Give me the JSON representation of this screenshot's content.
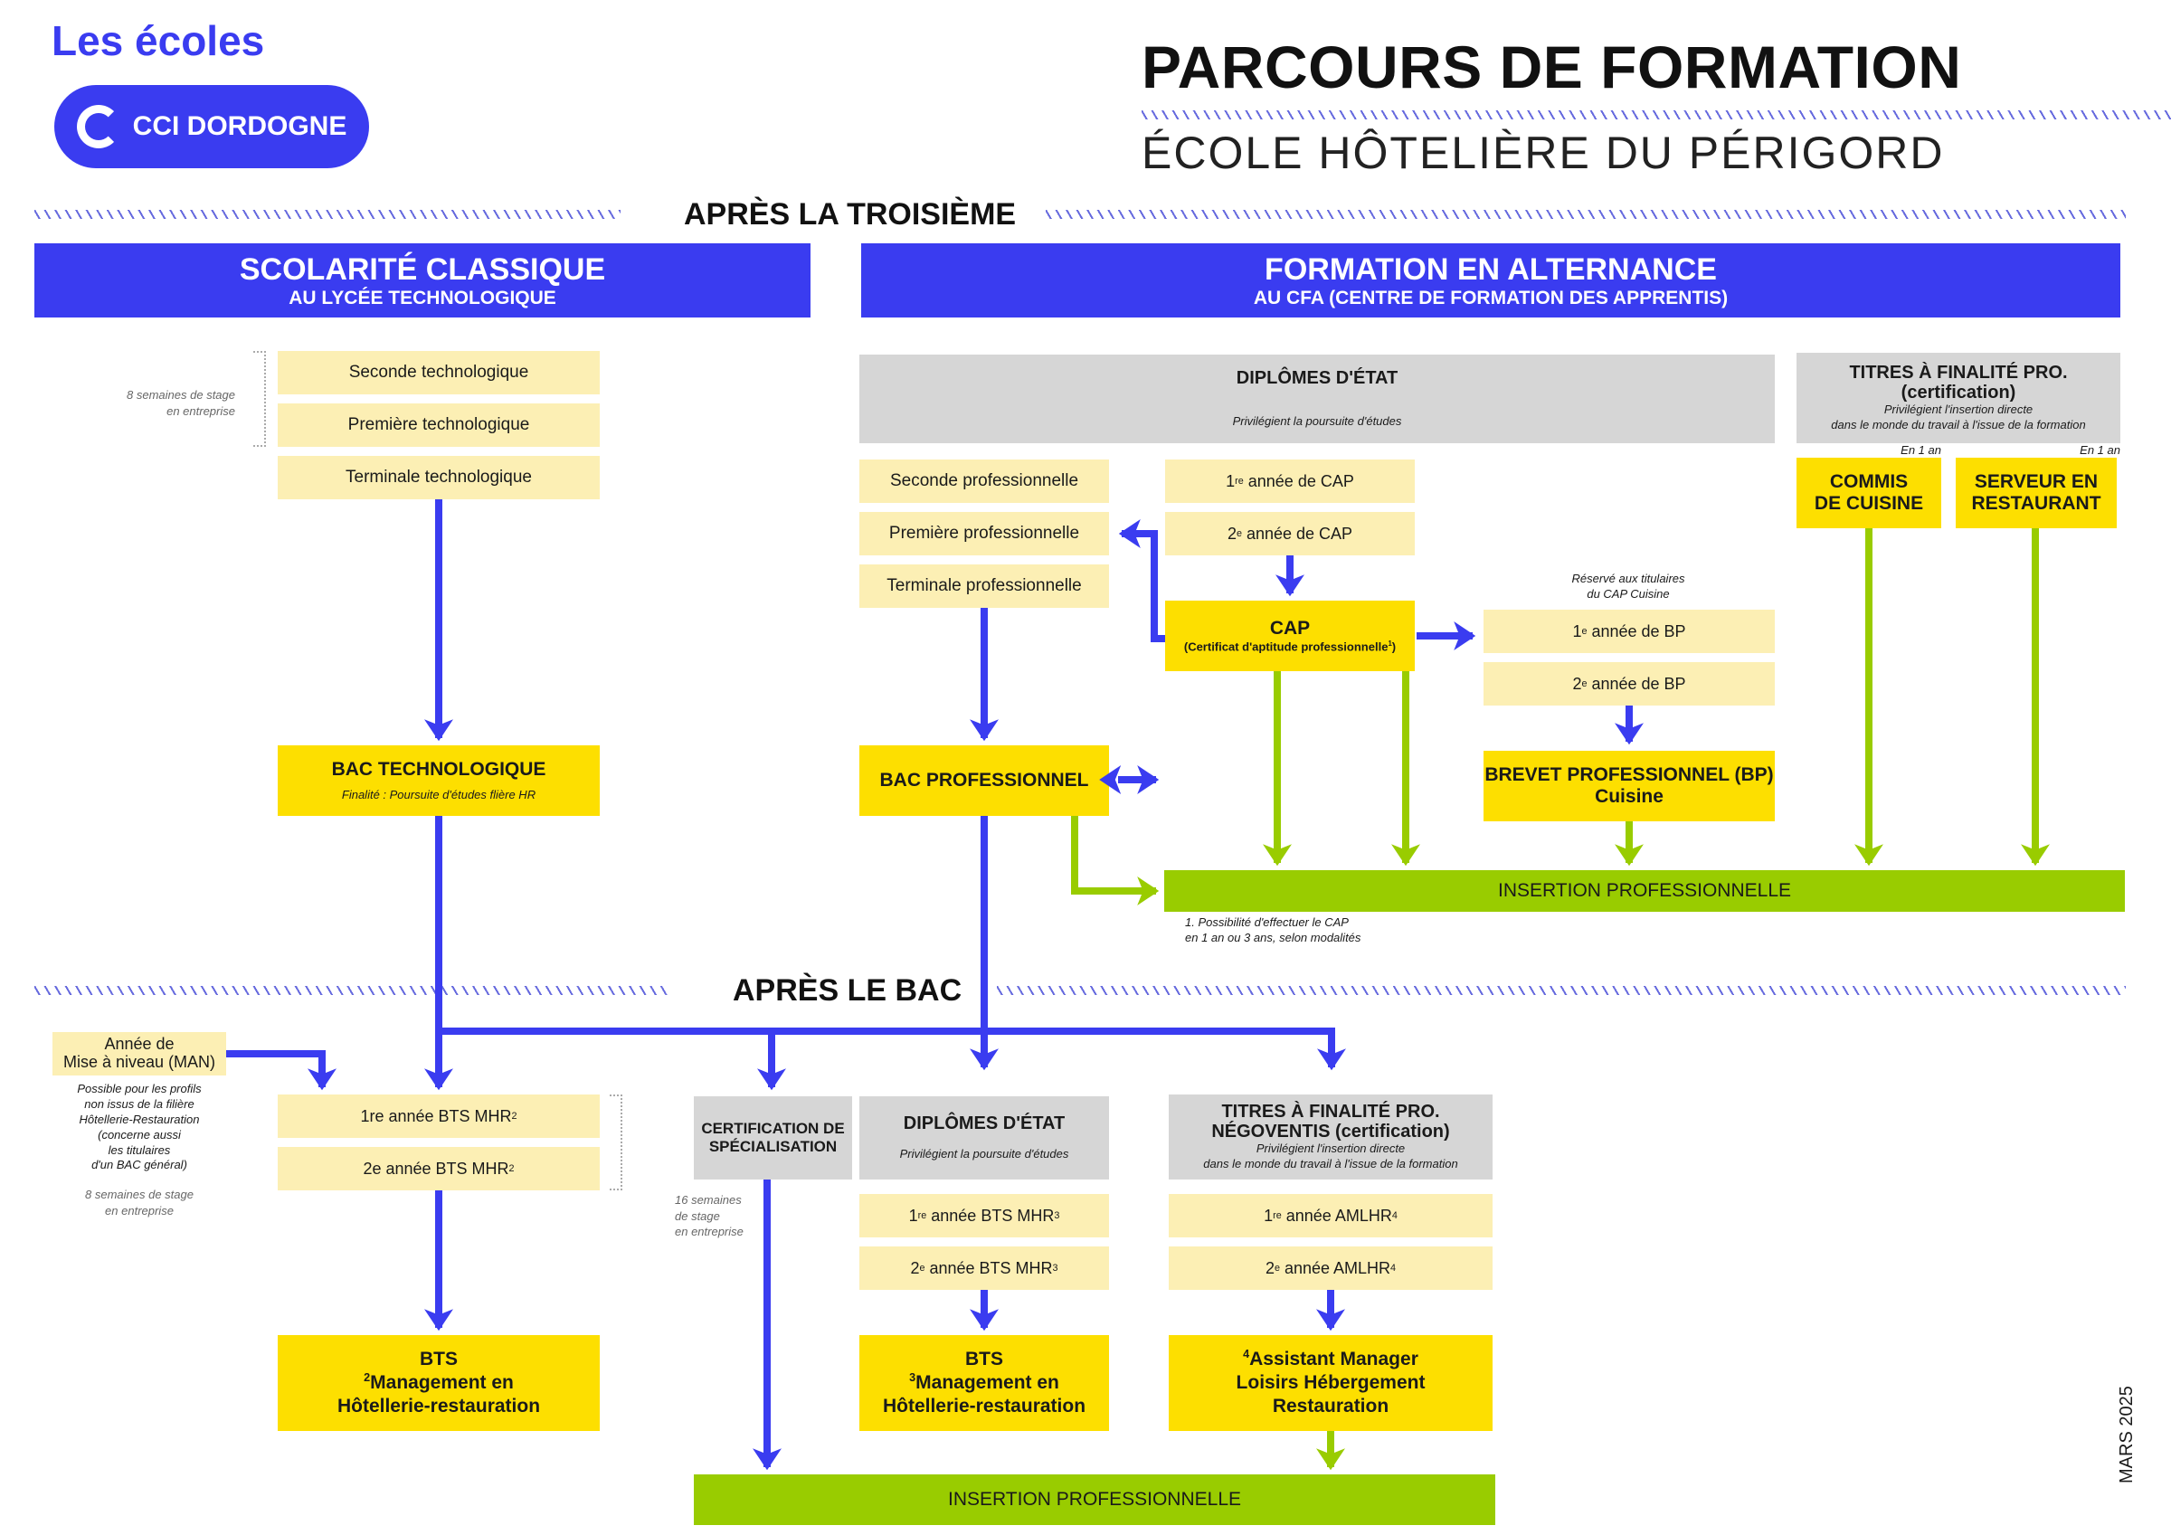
{
  "header": {
    "brand": "Les écoles",
    "logo_text": "CCI DORDOGNE",
    "title": "PARCOURS DE FORMATION",
    "subtitle": "ÉCOLE HÔTELIÈRE DU PÉRIGORD"
  },
  "sections": {
    "after_third": "APRÈS LA TROISIÈME",
    "after_bac": "APRÈS LE BAC"
  },
  "bands": {
    "classic": {
      "title": "SCOLARITÉ CLASSIQUE",
      "sub": "AU LYCÉE TECHNOLOGIQUE"
    },
    "alternance": {
      "title": "FORMATION EN ALTERNANCE",
      "sub": "AU CFA (CENTRE DE FORMATION DES APPRENTIS)"
    }
  },
  "colors": {
    "brand_blue": "#3a3cf0",
    "yellow": "#fddf00",
    "pale_yellow": "#fcefb4",
    "grey": "#d6d6d6",
    "green": "#99cc00"
  },
  "classic": {
    "internship_note": [
      "8 semaines de stage",
      "en entreprise"
    ],
    "years": [
      "Seconde technologique",
      "Première technologique",
      "Terminale technologique"
    ],
    "bac": {
      "title": "BAC TECHNOLOGIQUE",
      "sub": "Finalité : Poursuite d'études flière HR"
    }
  },
  "alternance": {
    "state_diplomas": {
      "title": "DIPLÔMES D'ÉTAT",
      "sub": "Privilégient la poursuite d'études"
    },
    "pro_titles": {
      "title": "TITRES À FINALITÉ PRO.",
      "title2": "(certification)",
      "sub1": "Privilégient l'insertion directe",
      "sub2": "dans le monde du travail à l'issue de la formation"
    },
    "pro_years": [
      "Seconde professionnelle",
      "Première professionnelle",
      "Terminale professionnelle"
    ],
    "cap_years": [
      {
        "n": "1",
        "sup": "re",
        "rest": " année de CAP"
      },
      {
        "n": "2",
        "sup": "e",
        "rest": " année de CAP"
      }
    ],
    "cap": {
      "title": "CAP",
      "sub": "(Certificat d'aptitude professionnelle",
      "sup": "1",
      "close": ")"
    },
    "bp_note": [
      "Réservé aux titulaires",
      "du CAP Cuisine"
    ],
    "bp_years": [
      {
        "n": "1",
        "sup": "e",
        "rest": " année de BP"
      },
      {
        "n": "2",
        "sup": "e",
        "rest": " année de BP"
      }
    ],
    "bp": {
      "line1": "BREVET PROFESSIONNEL (BP)",
      "line2": "Cuisine"
    },
    "bac_pro": "BAC PROFESSIONNEL",
    "duration_label": "En 1 an",
    "commis": [
      "COMMIS",
      "DE CUISINE"
    ],
    "serveur": [
      "SERVEUR EN",
      "RESTAURANT"
    ],
    "insertion": "INSERTION PROFESSIONNELLE",
    "footnote": [
      "1. Possibilité d'effectuer le CAP",
      "en 1 an ou 3 ans, selon modalités"
    ]
  },
  "after_bac": {
    "man": {
      "title1": "Année de",
      "title2": "Mise à niveau (MAN)",
      "note": [
        "Possible pour les profils",
        "non issus de la filière",
        "Hôtellerie-Restauration",
        "(concerne aussi",
        "les titulaires",
        "d'un BAC général)"
      ],
      "internship": [
        "8 semaines de stage",
        "en entreprise"
      ]
    },
    "bts_years": [
      {
        "label": "1re année BTS MHR",
        "sup": "2"
      },
      {
        "label": "2e année BTS MHR",
        "sup": "2"
      }
    ],
    "bts": {
      "line1": "BTS",
      "sup": "2",
      "line2": "Management en",
      "line3": "Hôtellerie-restauration"
    },
    "internship16": [
      "16 semaines",
      "de stage",
      "en entreprise"
    ],
    "certification": [
      "CERTIFICATION DE",
      "SPÉCIALISATION"
    ],
    "state_diplomas": {
      "title": "DIPLÔMES D'ÉTAT",
      "sub": "Privilégient la poursuite d'études"
    },
    "bts_alt_years": [
      {
        "n": "1",
        "sup": "re",
        "rest": " année BTS MHR",
        "sup2": "3"
      },
      {
        "n": "2",
        "sup": "e",
        "rest": " année BTS MHR",
        "sup2": "3"
      }
    ],
    "bts_alt": {
      "line1": "BTS",
      "sup": "3",
      "line2": "Management en",
      "line3": "Hôtellerie-restauration"
    },
    "negoventis": {
      "title1": "TITRES À FINALITÉ PRO.",
      "title2": "NÉGOVENTIS (certification)",
      "sub1": "Privilégient l'insertion directe",
      "sub2": "dans le monde du travail à l'issue de la formation"
    },
    "amlhr_years": [
      {
        "n": "1",
        "sup": "re",
        "rest": " année AMLHR",
        "sup2": "4"
      },
      {
        "n": "2",
        "sup": "e",
        "rest": " année AMLHR",
        "sup2": "4"
      }
    ],
    "amlhr": {
      "sup": "4",
      "line1": "Assistant Manager",
      "line2": "Loisirs Hébergement",
      "line3": "Restauration"
    },
    "insertion": "INSERTION PROFESSIONNELLE"
  },
  "footer": {
    "date": "MARS 2025"
  }
}
